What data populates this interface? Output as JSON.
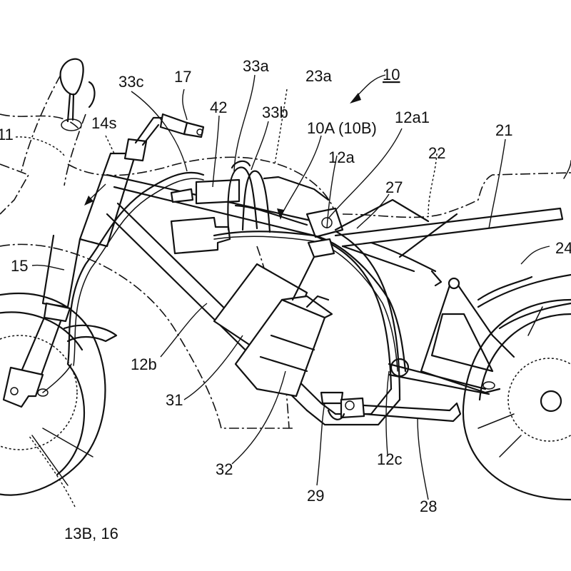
{
  "figure": {
    "title_ref": "10",
    "description": "Side view line drawing of a motorcycle showing frame and wiring harness"
  },
  "labels": [
    {
      "id": "ref-10",
      "text": "10",
      "underlined": true
    },
    {
      "id": "ref-11",
      "text": "11"
    },
    {
      "id": "ref-14s",
      "text": "14s"
    },
    {
      "id": "ref-33c",
      "text": "33c"
    },
    {
      "id": "ref-17",
      "text": "17"
    },
    {
      "id": "ref-42",
      "text": "42"
    },
    {
      "id": "ref-33a",
      "text": "33a"
    },
    {
      "id": "ref-33b",
      "text": "33b"
    },
    {
      "id": "ref-23a",
      "text": "23a"
    },
    {
      "id": "ref-10a",
      "text": "10A (10B)"
    },
    {
      "id": "ref-12a1",
      "text": "12a1"
    },
    {
      "id": "ref-12a",
      "text": "12a"
    },
    {
      "id": "ref-21",
      "text": "21"
    },
    {
      "id": "ref-22",
      "text": "22"
    },
    {
      "id": "ref-27",
      "text": "27"
    },
    {
      "id": "ref-24",
      "text": "24"
    },
    {
      "id": "ref-15",
      "text": "15"
    },
    {
      "id": "ref-12b",
      "text": "12b"
    },
    {
      "id": "ref-31",
      "text": "31"
    },
    {
      "id": "ref-32",
      "text": "32"
    },
    {
      "id": "ref-29",
      "text": "29"
    },
    {
      "id": "ref-12c",
      "text": "12c"
    },
    {
      "id": "ref-28",
      "text": "28"
    },
    {
      "id": "ref-13b-16",
      "text": "13B, 16"
    }
  ]
}
